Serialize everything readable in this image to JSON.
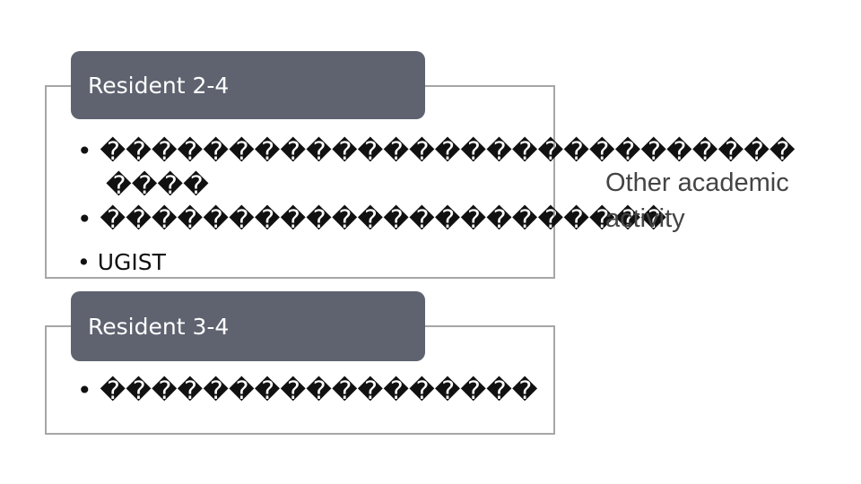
{
  "sections": [
    {
      "header": "Resident 2-4",
      "items": [
        "• ���������������������������",
        "����",
        "• ����������������������",
        "• UGIST"
      ]
    },
    {
      "header": "Resident 3-4",
      "items": [
        "• �����������������"
      ]
    }
  ],
  "overlay": {
    "line1": "Other academic",
    "line2": "activity"
  }
}
